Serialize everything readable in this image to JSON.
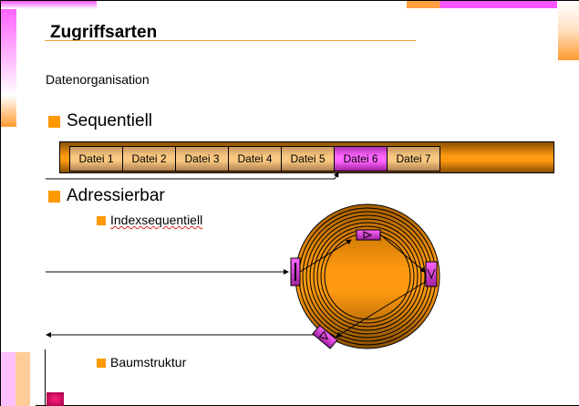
{
  "title": "Zugriffsarten",
  "subtitle": "Datenorganisation",
  "bullets": {
    "sequential": "Sequentiell",
    "addressable": "Adressierbar",
    "index": "Indexsequentiell",
    "tree": "Baumstruktur"
  },
  "files": [
    "Datei 1",
    "Datei 2",
    "Datei 3",
    "Datei 4",
    "Datei 5",
    "Datei 6",
    "Datei 7"
  ],
  "active_file_index": 5,
  "colors": {
    "orange": "#ff9900",
    "magenta": "#ff66ff",
    "brown": "#8a5000"
  }
}
